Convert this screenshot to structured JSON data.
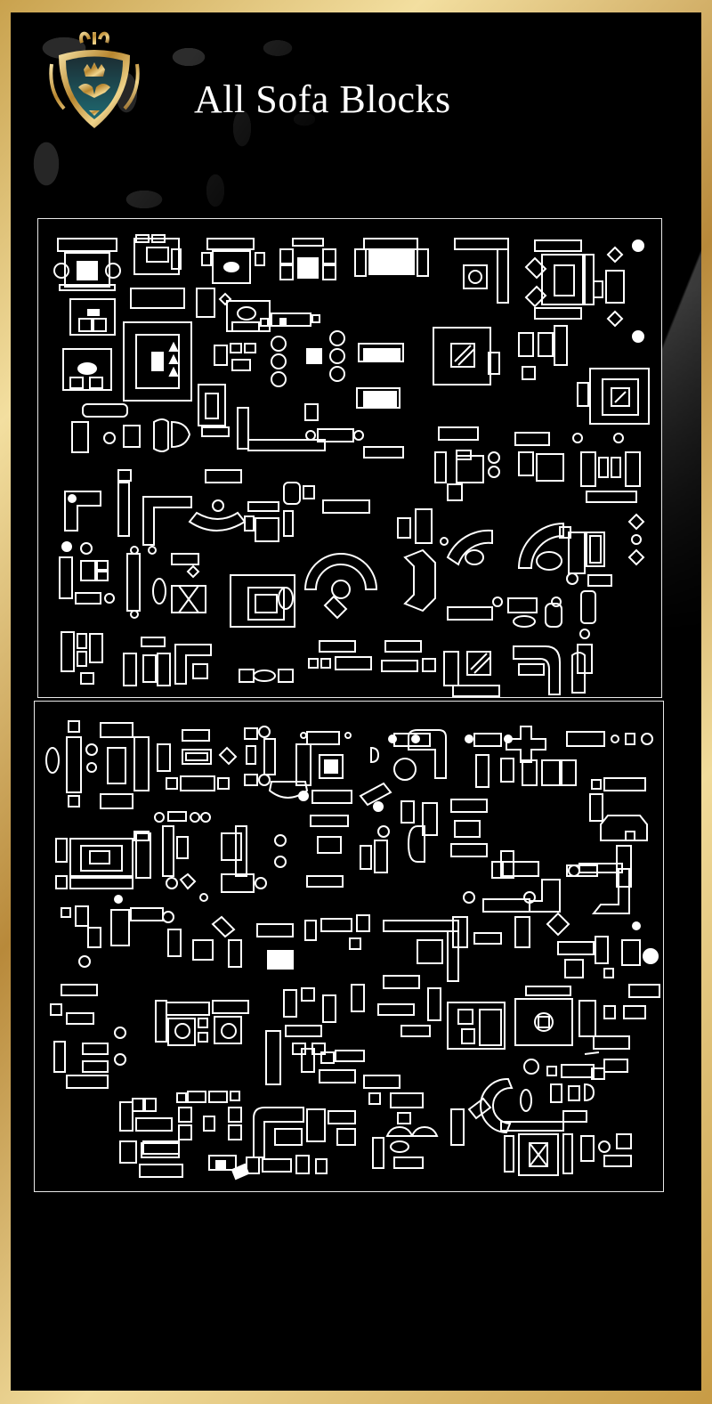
{
  "header": {
    "title": "All Sofa Blocks",
    "logo": "crest-shield-emblem"
  },
  "colors": {
    "frame_gold": "#d8b86a",
    "background": "#000000",
    "linework": "#ffffff",
    "damask": "#2a2a2a"
  },
  "panels": [
    {
      "id": "sofa-blocks-sheet-1",
      "content": "CAD plan-view sofa and living-room furniture blocks (set 1)"
    },
    {
      "id": "sofa-blocks-sheet-2",
      "content": "CAD plan-view sofa and living-room furniture blocks (set 2)"
    }
  ]
}
